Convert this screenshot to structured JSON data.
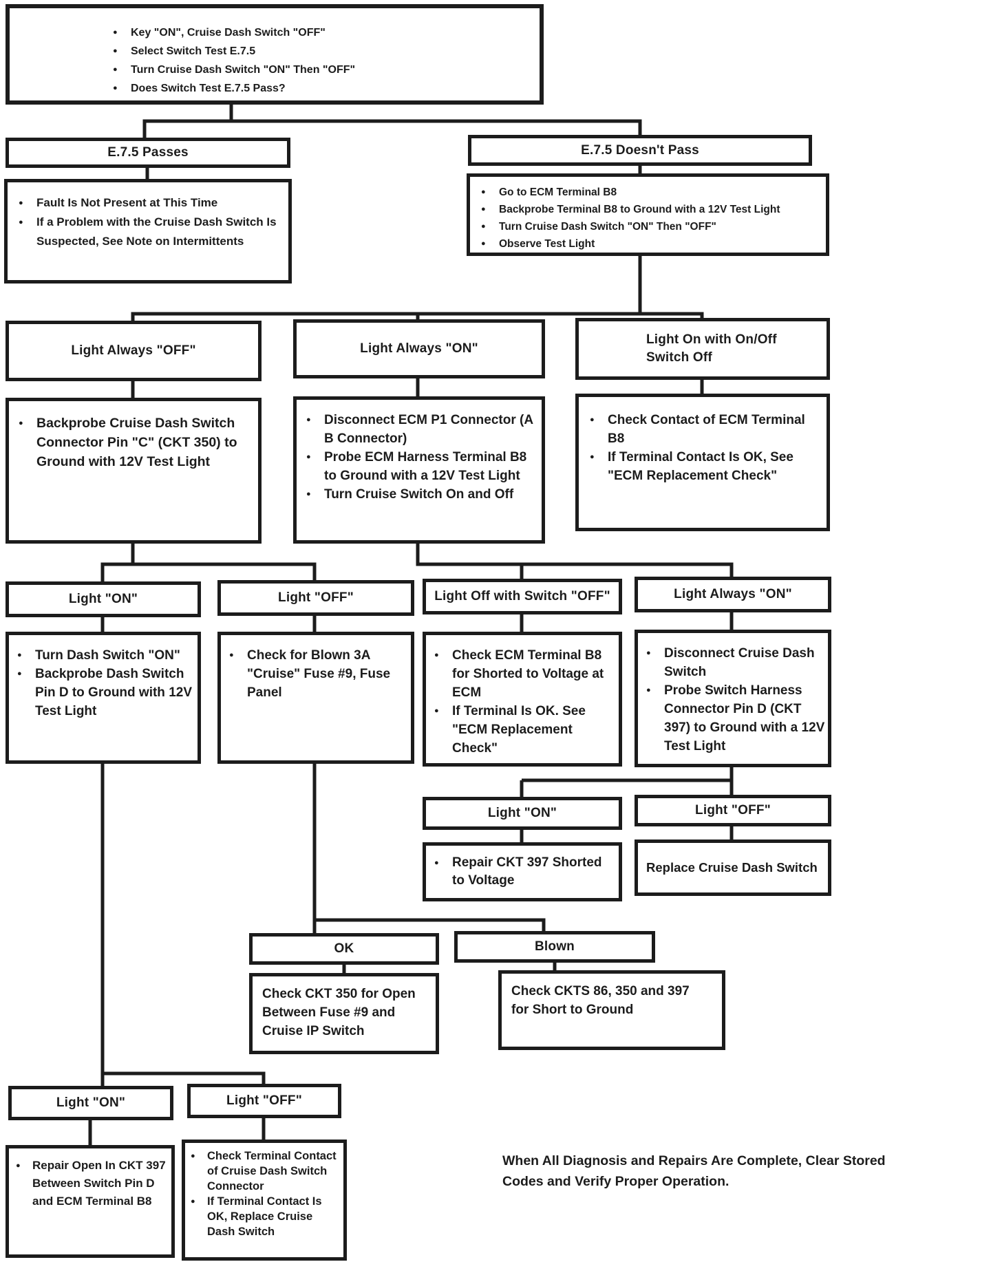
{
  "palette": {
    "ink": "#1c1c1c",
    "paper": "#ffffff"
  },
  "flow": {
    "start": {
      "bullets": [
        "Key \"ON\", Cruise Dash Switch \"OFF\"",
        "Select Switch Test E.7.5",
        "Turn Cruise Dash Switch \"ON\" Then \"OFF\"",
        "Does Switch Test E.7.5 Pass?"
      ]
    },
    "passes": {
      "title": "E.7.5 Passes",
      "bullets": [
        "Fault Is Not Present at This Time",
        "If a Problem with the Cruise Dash Switch Is Suspected, See Note on Intermittents"
      ]
    },
    "doesnt_pass": {
      "title": "E.7.5 Doesn't Pass",
      "bullets": [
        "Go to ECM Terminal B8",
        "Backprobe Terminal B8 to Ground with a 12V Test Light",
        "Turn Cruise Dash Switch \"ON\" Then \"OFF\"",
        "Observe Test Light"
      ]
    },
    "light_always_off": {
      "title": "Light Always \"OFF\"",
      "bullets": [
        "Backprobe Cruise Dash Switch Connector Pin \"C\" (CKT 350) to Ground with 12V Test Light"
      ]
    },
    "light_always_on": {
      "title": "Light Always \"ON\"",
      "bullets": [
        "Disconnect ECM P1 Connector (A B Connector)",
        "Probe ECM Harness Terminal B8 to Ground with a 12V Test Light",
        "Turn Cruise Switch On and Off"
      ]
    },
    "light_on_switch_off": {
      "title": "Light On with On/Off\nSwitch Off",
      "bullets": [
        "Check Contact of ECM Terminal B8",
        "If Terminal Contact Is OK, See \"ECM Replacement Check\""
      ]
    },
    "dash_light_on": {
      "title": "Light \"ON\"",
      "bullets": [
        "Turn Dash Switch \"ON\"",
        "Backprobe Dash Switch Pin D to Ground with 12V Test Light"
      ]
    },
    "dash_light_off": {
      "title": "Light \"OFF\"",
      "bullets": [
        "Check for Blown 3A \"Cruise\" Fuse #9, Fuse Panel"
      ]
    },
    "light_off_switch_off": {
      "title": "Light Off with Switch \"OFF\"",
      "bullets": [
        "Check ECM Terminal B8 for Shorted to Voltage at ECM",
        "If Terminal Is OK. See \"ECM Replacement Check\""
      ]
    },
    "light_always_on_2": {
      "title": "Light Always \"ON\"",
      "bullets": [
        "Disconnect Cruise Dash Switch",
        "Probe Switch Harness Connector Pin D (CKT 397) to Ground with a 12V Test Light"
      ]
    },
    "ckt397_on": {
      "title": "Light \"ON\"",
      "bullets": [
        "Repair CKT 397 Shorted to Voltage"
      ]
    },
    "ckt397_off": {
      "title": "Light \"OFF\"",
      "text": "Replace Cruise Dash Switch"
    },
    "fuse_ok": {
      "title": "OK",
      "text": "Check CKT 350 for Open Between Fuse #9 and Cruise IP Switch"
    },
    "fuse_blown": {
      "title": "Blown",
      "text": "Check CKTS 86, 350 and 397 for Short to Ground"
    },
    "final_on": {
      "title": "Light \"ON\"",
      "bullets": [
        "Repair Open In CKT 397 Between Switch Pin D and ECM Terminal B8"
      ]
    },
    "final_off": {
      "title": "Light \"OFF\"",
      "bullets": [
        "Check Terminal Contact of Cruise Dash Switch Connector",
        "If Terminal Contact Is OK, Replace Cruise Dash Switch"
      ]
    },
    "footer_note": "When All Diagnosis and Repairs Are Complete, Clear Stored Codes and Verify Proper Operation."
  }
}
